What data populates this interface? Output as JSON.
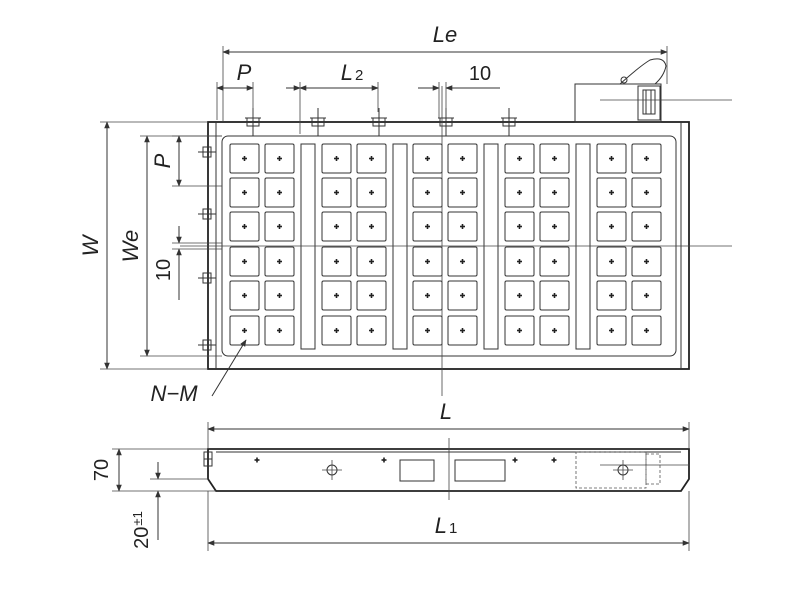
{
  "labels": {
    "Le": "Le",
    "P": "P",
    "L2": "L",
    "L2_sub": "2",
    "ten": "10",
    "W": "W",
    "We": "We",
    "NM": "N−M",
    "L": "L",
    "seventy": "70",
    "twenty": "20",
    "twenty_tol": "±1",
    "L1": "L",
    "L1_sub": "1"
  }
}
